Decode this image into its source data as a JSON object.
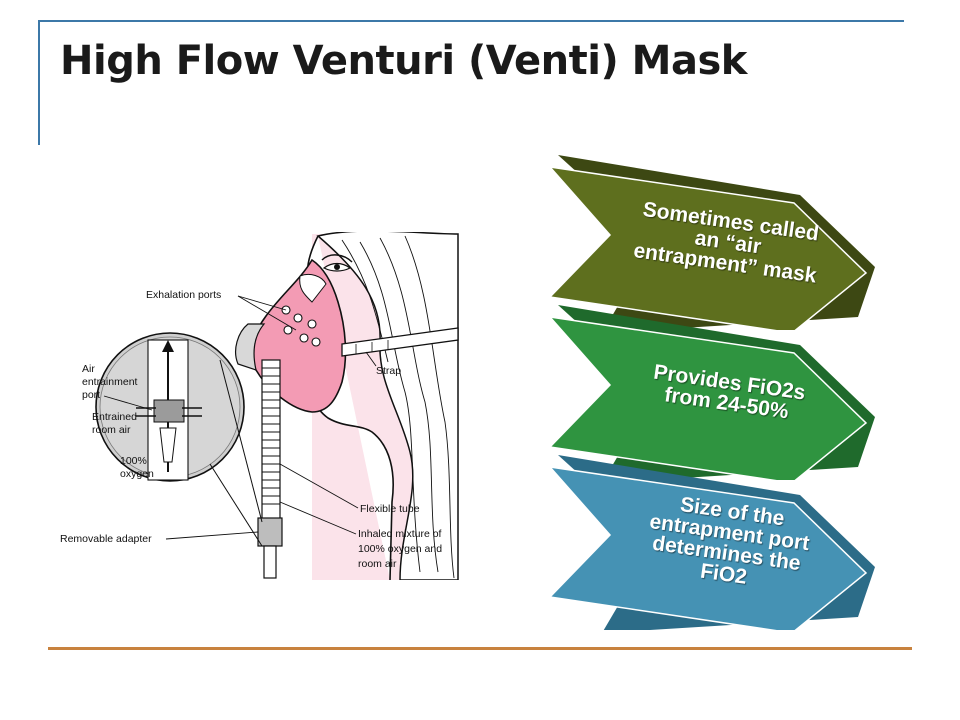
{
  "slide": {
    "title": "High Flow Venturi (Venti) Mask"
  },
  "diagram": {
    "labels": {
      "exhalation_ports": "Exhalation ports",
      "air_line1": "Air",
      "air_line2": "entrainment",
      "air_line3": "port",
      "entrained_line1": "Entrained",
      "entrained_line2": "room air",
      "oxygen_line1": "100%",
      "oxygen_line2": "oxygen",
      "strap": "Strap",
      "flexible_tube": "Flexible tube",
      "removable_adapter": "Removable adapter",
      "inhaled_line1": "Inhaled mixture of",
      "inhaled_line2": "100% oxygen and",
      "inhaled_line3": "room air"
    }
  },
  "process": {
    "colors": {
      "step1": "#5e6f1e",
      "step2": "#2f9440",
      "step3": "#4592b4"
    },
    "steps": [
      {
        "text": "Sometimes called an “air entrapment” mask"
      },
      {
        "text": "Provides FiO2s from 24-50%"
      },
      {
        "text": "Size of the entrapment port determines the FiO2"
      }
    ]
  },
  "accents": {
    "frame": "#3c78a8",
    "bottom_rule": "#c8823e"
  }
}
